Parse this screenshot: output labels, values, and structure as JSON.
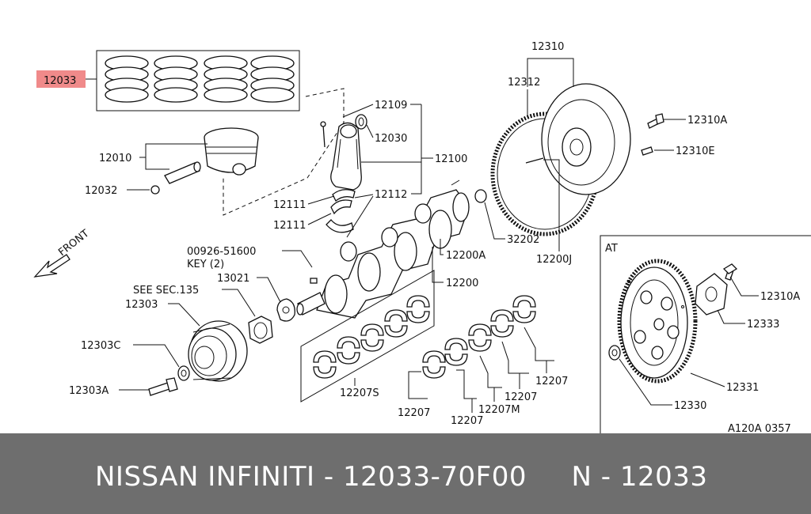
{
  "diagram": {
    "highlight_color": "#f08a8a",
    "labels": {
      "rings": "12033",
      "rod_assy": "12109",
      "rod_bushing": "12030",
      "rod": "12100",
      "piston": "12010",
      "pin_clip": "12032",
      "rod_bolt": "12111",
      "rod_nut": "12111",
      "rod_bearing": "12112",
      "key_number": "00926-51600",
      "key_desc": "KEY (2)",
      "pulley_key": "13021",
      "see_sec": "SEE SEC.135",
      "pulley": "12303",
      "washer": "12303C",
      "pulley_bolt": "12303A",
      "main_bearings": "12207S",
      "bearing_a": "12207",
      "bearing_b": "12207",
      "bearing_c": "12207M",
      "bearing_d": "12207",
      "bearing_e": "12207",
      "crank_assy": "12200",
      "crank": "12200A",
      "pilot_bushing": "32202",
      "crank_sprocket": "12200J",
      "flywheel": "12310",
      "ring_gear": "12312",
      "flywheel_bolt": "12310A",
      "dowel": "12310E",
      "at_title": "AT",
      "at_bolt": "12310A",
      "at_plate": "12333",
      "drive_plate": "12331",
      "at_spacer": "12330",
      "front": "FRONT",
      "figure_code": "A120A 0357"
    }
  },
  "footer": {
    "brand": "NISSAN INFINITI",
    "sep1": " - ",
    "part_number": "12033-70F00",
    "gap": "     ",
    "ref": "N - 12033"
  }
}
